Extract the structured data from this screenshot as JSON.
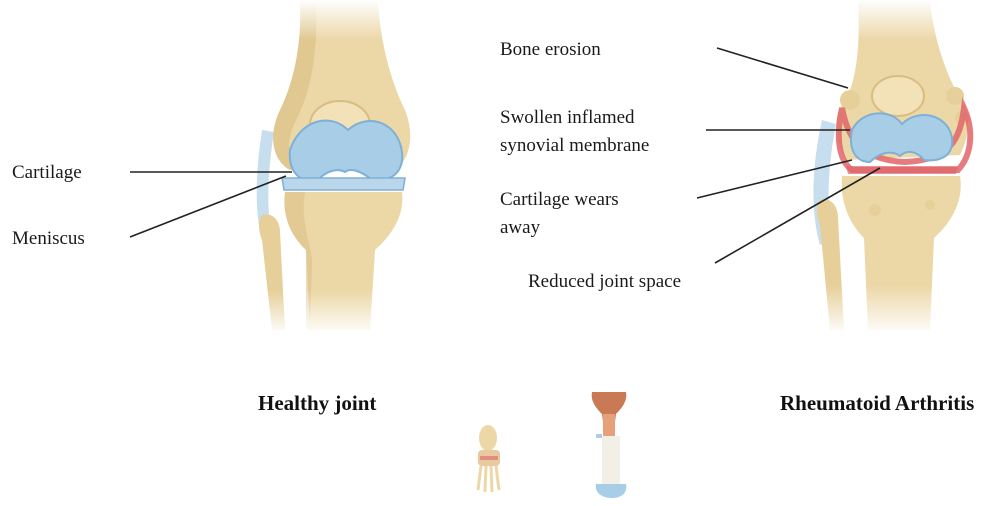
{
  "labels": {
    "cartilage": "Cartilage",
    "meniscus": "Meniscus",
    "bone_erosion": "Bone erosion",
    "swollen_line1": "Swollen inflamed",
    "swollen_line2": "synovial membrane",
    "wears_line1": "Cartilage wears",
    "wears_line2": "away",
    "reduced_space": "Reduced joint space"
  },
  "captions": {
    "healthy": "Healthy joint",
    "ra": "Rheumatoid Arthritis"
  },
  "colors": {
    "bone": "#ecd7a6",
    "bone_shade": "#d9bc80",
    "cartilage": "#a8cde6",
    "cartilage_dark": "#7fb0d6",
    "inflammation": "#e0656a",
    "leader_line": "#222222"
  }
}
